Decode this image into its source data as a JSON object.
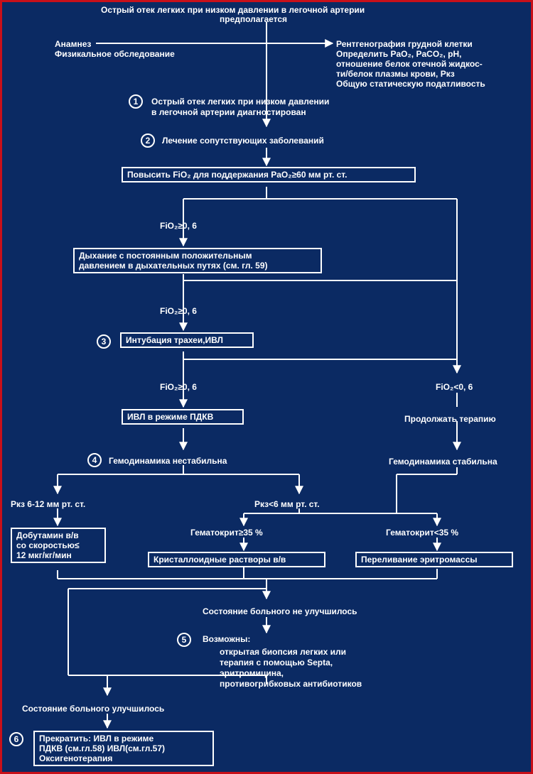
{
  "header": {
    "line1": "Острый отек легких при низком давлении в легочной артерии",
    "line2": "предполагается"
  },
  "left_exam": [
    "Анамнез",
    "Физикальное обследование"
  ],
  "right_exam": [
    "Рентгенография грудной клетки",
    "Определить PaO₂, PaCO₂, pH,",
    "отношение белок отечной жидкос-",
    "ти/белок плазмы крови, Pкз",
    "Общую статическую податливость"
  ],
  "steps": {
    "s1": {
      "num": "1",
      "lines": [
        "Острый отек легких при низком давлении",
        "в легочной артерии диагностирован"
      ]
    },
    "s2": {
      "num": "2",
      "text": "Лечение сопутствующих заболеваний"
    },
    "s3": {
      "num": "3",
      "text": "Интубация трахеи,ИВЛ"
    },
    "s4": {
      "num": "4",
      "text": "Гемодинамика нестабильна"
    },
    "s5": {
      "num": "5",
      "lines": [
        "Возможны:",
        "открытая биопсия легких или",
        "терапия с помощью Septa,",
        "эритромицина,",
        "противогрибковых антибиотиков"
      ]
    },
    "s6": {
      "num": "6",
      "lines": [
        "Прекратить: ИВЛ в режиме",
        "ПДКВ (см.гл.58)  ИВЛ(см.гл.57)",
        "Оксигенотерапия"
      ]
    }
  },
  "boxes": {
    "raise_fio2": "Повысить FiO₂ для поддержания PaO₂≥60 мм рт. ст.",
    "cpap": [
      "Дыхание с постоянным положительным",
      "давлением в дыхательных путях (см. гл. 59)"
    ],
    "peep": "ИВЛ в режиме ПДКВ",
    "dobutamine": [
      "Добутамин в/в",
      "со скоростью≤",
      "12 мкг/кг/мин"
    ],
    "crystalloid": "Кристаллоидные растворы в/в",
    "transfusion": "Переливание эритромассы"
  },
  "labels": {
    "fio2_a": "FiO₂≥0, 6",
    "fio2_b": "FiO₂≥0, 6",
    "fio2_c": "FiO₂≥0, 6",
    "fio2_lt": "FiO₂<0, 6",
    "continue": "Продолжать терапию",
    "stable": "Гемодинамика стабильна",
    "pkz_high": "Pкз 6-12 мм рт. ст.",
    "pkz_low": "Pкз<6 мм рт. ст.",
    "hct_ge": "Гематокрит≥35 %",
    "hct_lt": "Гематокрит<35 %",
    "not_improved": "Состояние больного не улучшилось",
    "improved": "Состояние больного улучшилось"
  }
}
